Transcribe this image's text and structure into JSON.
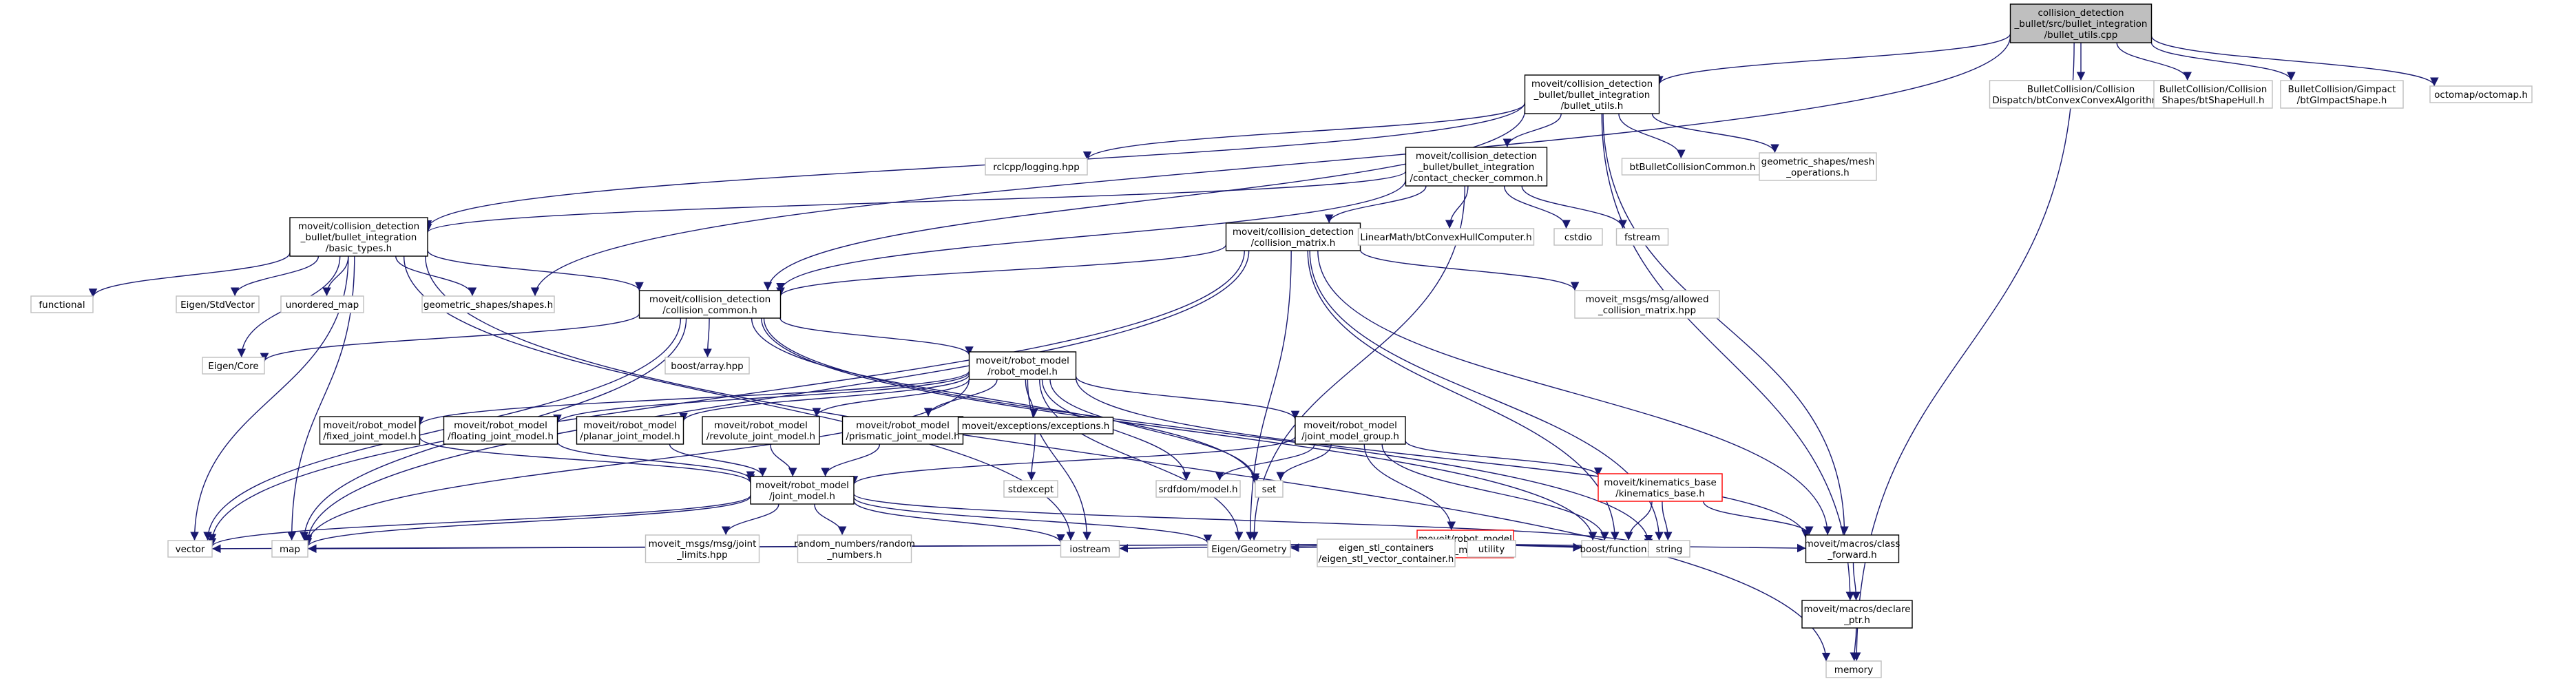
{
  "colors": {
    "edge": "#191970",
    "box_included": "#000000",
    "box_external": "#bfbfbf",
    "box_missing_doc": "#ff0000",
    "root_fill": "#bfbfbf",
    "text": "#000000",
    "background": "#ffffff"
  },
  "nodes": [
    {
      "id": "root",
      "lines": [
        "collision_detection",
        "_bullet/src/bullet_integration",
        "/bullet_utils.cpp"
      ],
      "kind": "root"
    },
    {
      "id": "bullet_utils_h",
      "lines": [
        "moveit/collision_detection",
        "_bullet/bullet_integration",
        "/bullet_utils.h"
      ],
      "kind": "included"
    },
    {
      "id": "btConvexConvex",
      "lines": [
        "BulletCollision/Collision",
        "Dispatch/btConvexConvexAlgorithm.h"
      ],
      "kind": "external"
    },
    {
      "id": "btShapeHull",
      "lines": [
        "BulletCollision/Collision",
        "Shapes/btShapeHull.h"
      ],
      "kind": "external"
    },
    {
      "id": "btGImpact",
      "lines": [
        "BulletCollision/Gimpact",
        "/btGImpactShape.h"
      ],
      "kind": "external"
    },
    {
      "id": "octomap",
      "lines": [
        "octomap/octomap.h"
      ],
      "kind": "external"
    },
    {
      "id": "rclcpp",
      "lines": [
        "rclcpp/logging.hpp"
      ],
      "kind": "external"
    },
    {
      "id": "contact_checker",
      "lines": [
        "moveit/collision_detection",
        "_bullet/bullet_integration",
        "/contact_checker_common.h"
      ],
      "kind": "included"
    },
    {
      "id": "btBulletCollisionCommon",
      "lines": [
        "btBulletCollisionCommon.h"
      ],
      "kind": "external"
    },
    {
      "id": "geom_mesh",
      "lines": [
        "geometric_shapes/mesh",
        "_operations.h"
      ],
      "kind": "external"
    },
    {
      "id": "basic_types",
      "lines": [
        "moveit/collision_detection",
        "_bullet/bullet_integration",
        "/basic_types.h"
      ],
      "kind": "included"
    },
    {
      "id": "collision_matrix",
      "lines": [
        "moveit/collision_detection",
        "/collision_matrix.h"
      ],
      "kind": "included"
    },
    {
      "id": "linearmath",
      "lines": [
        "LinearMath/btConvexHullComputer.h"
      ],
      "kind": "external"
    },
    {
      "id": "cstdio",
      "lines": [
        "cstdio"
      ],
      "kind": "external"
    },
    {
      "id": "fstream",
      "lines": [
        "fstream"
      ],
      "kind": "external"
    },
    {
      "id": "functional",
      "lines": [
        "functional"
      ],
      "kind": "external"
    },
    {
      "id": "eigen_stdvector",
      "lines": [
        "Eigen/StdVector"
      ],
      "kind": "external"
    },
    {
      "id": "unordered_map",
      "lines": [
        "unordered_map"
      ],
      "kind": "external"
    },
    {
      "id": "geom_shapes",
      "lines": [
        "geometric_shapes/shapes.h"
      ],
      "kind": "external"
    },
    {
      "id": "collision_common",
      "lines": [
        "moveit/collision_detection",
        "/collision_common.h"
      ],
      "kind": "included"
    },
    {
      "id": "allowed_matrix",
      "lines": [
        "moveit_msgs/msg/allowed",
        "_collision_matrix.hpp"
      ],
      "kind": "external"
    },
    {
      "id": "eigen_core",
      "lines": [
        "Eigen/Core"
      ],
      "kind": "external"
    },
    {
      "id": "boost_array",
      "lines": [
        "boost/array.hpp"
      ],
      "kind": "external"
    },
    {
      "id": "robot_model_h",
      "lines": [
        "moveit/robot_model",
        "/robot_model.h"
      ],
      "kind": "included"
    },
    {
      "id": "fixed_joint",
      "lines": [
        "moveit/robot_model",
        "/fixed_joint_model.h"
      ],
      "kind": "included"
    },
    {
      "id": "floating_joint",
      "lines": [
        "moveit/robot_model",
        "/floating_joint_model.h"
      ],
      "kind": "included"
    },
    {
      "id": "planar_joint",
      "lines": [
        "moveit/robot_model",
        "/planar_joint_model.h"
      ],
      "kind": "included"
    },
    {
      "id": "revolute_joint",
      "lines": [
        "moveit/robot_model",
        "/revolute_joint_model.h"
      ],
      "kind": "included"
    },
    {
      "id": "prismatic_joint",
      "lines": [
        "moveit/robot_model",
        "/prismatic_joint_model.h"
      ],
      "kind": "included"
    },
    {
      "id": "exceptions",
      "lines": [
        "moveit/exceptions/exceptions.h"
      ],
      "kind": "included"
    },
    {
      "id": "joint_model_group",
      "lines": [
        "moveit/robot_model",
        "/joint_model_group.h"
      ],
      "kind": "included"
    },
    {
      "id": "stdexcept",
      "lines": [
        "stdexcept"
      ],
      "kind": "external"
    },
    {
      "id": "srdfdom",
      "lines": [
        "srdfdom/model.h"
      ],
      "kind": "external"
    },
    {
      "id": "set",
      "lines": [
        "set"
      ],
      "kind": "external"
    },
    {
      "id": "kinematics_base",
      "lines": [
        "moveit/kinematics_base",
        "/kinematics_base.h"
      ],
      "kind": "missing"
    },
    {
      "id": "joint_model",
      "lines": [
        "moveit/robot_model",
        "/joint_model.h"
      ],
      "kind": "included"
    },
    {
      "id": "link_model",
      "lines": [
        "moveit/robot_model",
        "/link_model.h"
      ],
      "kind": "missing"
    },
    {
      "id": "vector",
      "lines": [
        "vector"
      ],
      "kind": "external"
    },
    {
      "id": "map",
      "lines": [
        "map"
      ],
      "kind": "external"
    },
    {
      "id": "joint_limits",
      "lines": [
        "moveit_msgs/msg/joint",
        "_limits.hpp"
      ],
      "kind": "external"
    },
    {
      "id": "random_numbers",
      "lines": [
        "random_numbers/random",
        "_numbers.h"
      ],
      "kind": "external"
    },
    {
      "id": "iostream",
      "lines": [
        "iostream"
      ],
      "kind": "external"
    },
    {
      "id": "eigen_geometry",
      "lines": [
        "Eigen/Geometry"
      ],
      "kind": "external"
    },
    {
      "id": "eigen_stl",
      "lines": [
        "eigen_stl_containers",
        "/eigen_stl_vector_container.h"
      ],
      "kind": "external"
    },
    {
      "id": "utility",
      "lines": [
        "utility"
      ],
      "kind": "external"
    },
    {
      "id": "boost_function",
      "lines": [
        "boost/function.hpp"
      ],
      "kind": "external"
    },
    {
      "id": "string",
      "lines": [
        "string"
      ],
      "kind": "external"
    },
    {
      "id": "class_forward",
      "lines": [
        "moveit/macros/class",
        "_forward.h"
      ],
      "kind": "included"
    },
    {
      "id": "declare_ptr",
      "lines": [
        "moveit/macros/declare",
        "_ptr.h"
      ],
      "kind": "included"
    },
    {
      "id": "memory",
      "lines": [
        "memory"
      ],
      "kind": "external"
    }
  ],
  "edges": [
    [
      "root",
      "bullet_utils_h"
    ],
    [
      "root",
      "btConvexConvex"
    ],
    [
      "root",
      "btShapeHull"
    ],
    [
      "root",
      "btGImpact"
    ],
    [
      "root",
      "octomap"
    ],
    [
      "root",
      "memory"
    ],
    [
      "root",
      "geom_shapes"
    ],
    [
      "bullet_utils_h",
      "rclcpp"
    ],
    [
      "bullet_utils_h",
      "contact_checker"
    ],
    [
      "bullet_utils_h",
      "btBulletCollisionCommon"
    ],
    [
      "bullet_utils_h",
      "geom_mesh"
    ],
    [
      "bullet_utils_h",
      "basic_types"
    ],
    [
      "bullet_utils_h",
      "collision_common"
    ],
    [
      "bullet_utils_h",
      "class_forward"
    ],
    [
      "bullet_utils_h",
      "declare_ptr"
    ],
    [
      "contact_checker",
      "basic_types"
    ],
    [
      "contact_checker",
      "collision_matrix"
    ],
    [
      "contact_checker",
      "linearmath"
    ],
    [
      "contact_checker",
      "cstdio"
    ],
    [
      "contact_checker",
      "fstream"
    ],
    [
      "contact_checker",
      "collision_common"
    ],
    [
      "contact_checker",
      "eigen_geometry"
    ],
    [
      "basic_types",
      "functional"
    ],
    [
      "basic_types",
      "eigen_stdvector"
    ],
    [
      "basic_types",
      "unordered_map"
    ],
    [
      "basic_types",
      "geom_shapes"
    ],
    [
      "basic_types",
      "collision_common"
    ],
    [
      "basic_types",
      "eigen_core"
    ],
    [
      "basic_types",
      "vector"
    ],
    [
      "basic_types",
      "map"
    ],
    [
      "basic_types",
      "memory"
    ],
    [
      "basic_types",
      "iostream"
    ],
    [
      "collision_matrix",
      "collision_common"
    ],
    [
      "collision_matrix",
      "allowed_matrix"
    ],
    [
      "collision_matrix",
      "class_forward"
    ],
    [
      "collision_matrix",
      "string"
    ],
    [
      "collision_matrix",
      "eigen_geometry"
    ],
    [
      "collision_matrix",
      "vector"
    ],
    [
      "collision_matrix",
      "map"
    ],
    [
      "collision_matrix",
      "boost_function"
    ],
    [
      "collision_common",
      "eigen_core"
    ],
    [
      "collision_common",
      "boost_array"
    ],
    [
      "collision_common",
      "robot_model_h"
    ],
    [
      "collision_common",
      "vector"
    ],
    [
      "collision_common",
      "map"
    ],
    [
      "collision_common",
      "set"
    ],
    [
      "collision_common",
      "string"
    ],
    [
      "collision_common",
      "boost_function"
    ],
    [
      "robot_model_h",
      "fixed_joint"
    ],
    [
      "robot_model_h",
      "floating_joint"
    ],
    [
      "robot_model_h",
      "planar_joint"
    ],
    [
      "robot_model_h",
      "revolute_joint"
    ],
    [
      "robot_model_h",
      "prismatic_joint"
    ],
    [
      "robot_model_h",
      "exceptions"
    ],
    [
      "robot_model_h",
      "joint_model_group"
    ],
    [
      "robot_model_h",
      "srdfdom"
    ],
    [
      "robot_model_h",
      "set"
    ],
    [
      "robot_model_h",
      "iostream"
    ],
    [
      "robot_model_h",
      "eigen_geometry"
    ],
    [
      "robot_model_h",
      "class_forward"
    ],
    [
      "robot_model_h",
      "map"
    ],
    [
      "fixed_joint",
      "joint_model"
    ],
    [
      "floating_joint",
      "joint_model"
    ],
    [
      "planar_joint",
      "joint_model"
    ],
    [
      "revolute_joint",
      "joint_model"
    ],
    [
      "prismatic_joint",
      "joint_model"
    ],
    [
      "exceptions",
      "stdexcept"
    ],
    [
      "joint_model_group",
      "joint_model"
    ],
    [
      "joint_model_group",
      "link_model"
    ],
    [
      "joint_model_group",
      "kinematics_base"
    ],
    [
      "joint_model_group",
      "srdfdom"
    ],
    [
      "joint_model_group",
      "set"
    ],
    [
      "joint_model_group",
      "boost_function"
    ],
    [
      "kinematics_base",
      "class_forward"
    ],
    [
      "kinematics_base",
      "boost_function"
    ],
    [
      "kinematics_base",
      "string"
    ],
    [
      "joint_model",
      "vector"
    ],
    [
      "joint_model",
      "map"
    ],
    [
      "joint_model",
      "joint_limits"
    ],
    [
      "joint_model",
      "random_numbers"
    ],
    [
      "joint_model",
      "iostream"
    ],
    [
      "joint_model",
      "eigen_geometry"
    ],
    [
      "joint_model",
      "string"
    ],
    [
      "link_model",
      "vector"
    ],
    [
      "link_model",
      "map"
    ],
    [
      "link_model",
      "eigen_geometry"
    ],
    [
      "link_model",
      "eigen_stl"
    ],
    [
      "link_model",
      "utility"
    ],
    [
      "link_model",
      "boost_function"
    ],
    [
      "link_model",
      "string"
    ],
    [
      "link_model",
      "class_forward"
    ],
    [
      "link_model",
      "iostream"
    ],
    [
      "class_forward",
      "declare_ptr"
    ],
    [
      "declare_ptr",
      "memory"
    ]
  ]
}
